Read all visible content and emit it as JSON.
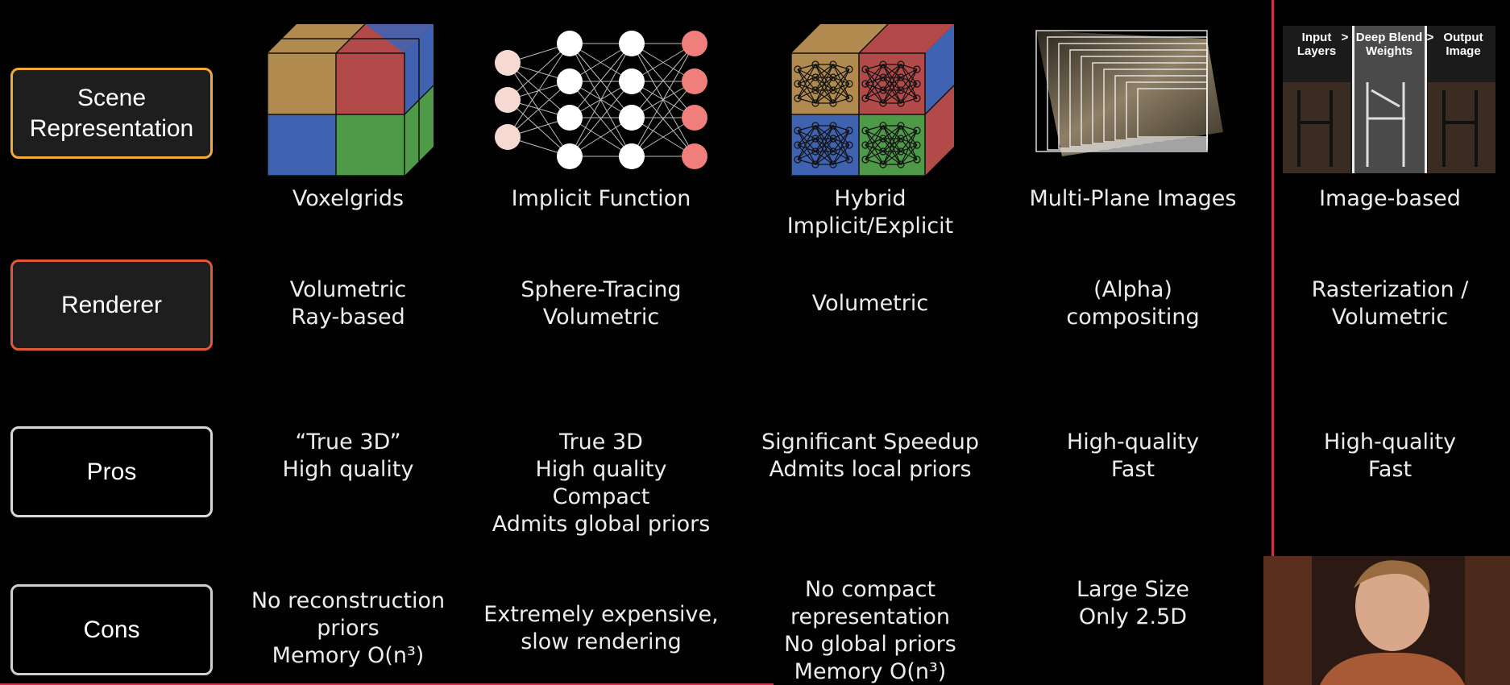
{
  "rows": {
    "scene": "Scene\nRepresentation",
    "renderer": "Renderer",
    "pros": "Pros",
    "cons": "Cons"
  },
  "columns": [
    {
      "icon": "voxelgrid-cube-icon",
      "name": [
        "Voxelgrids"
      ],
      "renderer": [
        "Volumetric",
        "Ray-based"
      ],
      "pros": [
        "“True 3D”",
        "High quality"
      ],
      "cons": [
        "No reconstruction",
        "priors",
        "Memory O(n³)"
      ]
    },
    {
      "icon": "neural-network-icon",
      "name": [
        "Implicit Function"
      ],
      "renderer": [
        "Sphere-Tracing",
        "Volumetric"
      ],
      "pros": [
        "True 3D",
        "High quality",
        "Compact",
        "Admits global priors"
      ],
      "cons": [
        "Extremely expensive,",
        "slow rendering"
      ]
    },
    {
      "icon": "hybrid-cube-icon",
      "name": [
        "Hybrid",
        "Implicit/Explicit"
      ],
      "renderer": [
        "Volumetric"
      ],
      "pros": [
        "Significant Speedup",
        "Admits local priors"
      ],
      "cons": [
        "No compact",
        "representation",
        "No global priors",
        "Memory O(n³)"
      ]
    },
    {
      "icon": "multi-plane-images-icon",
      "name": [
        "Multi-Plane Images"
      ],
      "renderer": [
        "(Alpha)",
        "compositing"
      ],
      "pros": [
        "High-quality",
        "Fast"
      ],
      "cons": [
        "Large Size",
        "Only 2.5D"
      ]
    },
    {
      "icon": "image-based-photo-icon",
      "name": [
        "Image-based"
      ],
      "renderer": [
        "Rasterization /",
        "Volumetric"
      ],
      "pros": [
        "High-quality",
        "Fast"
      ],
      "cons": []
    }
  ],
  "image_based_panel": {
    "labels": [
      "Input\nLayers",
      "Deep Blend\nWeights",
      "Output\nImage"
    ],
    "arrow": ">"
  },
  "colors": {
    "scene_border": "#f2a93b",
    "renderer_border": "#e0583a",
    "highlight_border": "#c8324b",
    "cube_tan": "#b08a4e",
    "cube_red": "#b34a4a",
    "cube_blue": "#3f63b0",
    "cube_green": "#4e9a48",
    "node_light": "#f6d9d3",
    "node_red": "#f07f7b"
  }
}
